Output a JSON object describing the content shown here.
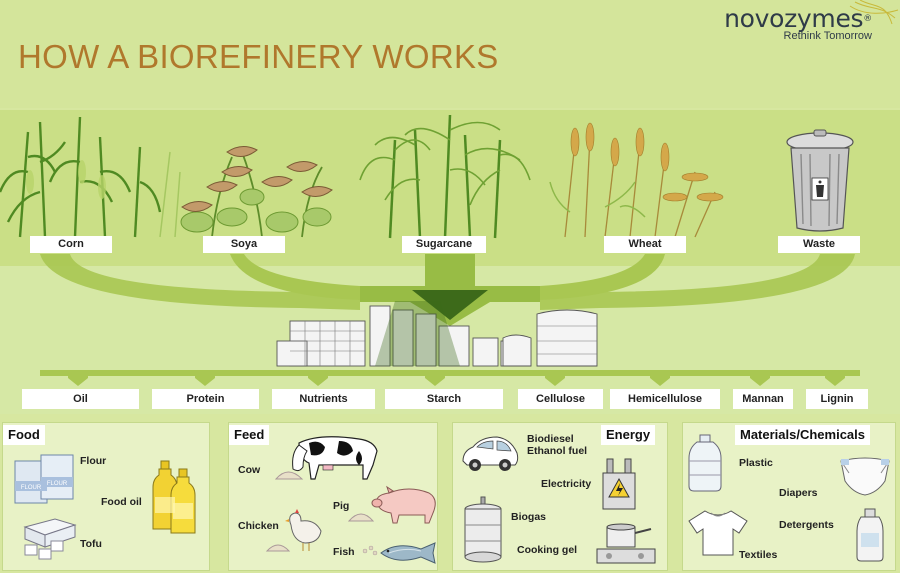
{
  "header": {
    "title": "HOW A BIOREFINERY WORKS",
    "brand_name": "novozymes",
    "brand_registered": "®",
    "brand_tagline": "Rethink Tomorrow"
  },
  "inputs": {
    "corn": "Corn",
    "soya": "Soya",
    "sugarcane": "Sugarcane",
    "wheat": "Wheat",
    "waste": "Waste"
  },
  "fractions": {
    "oil": "Oil",
    "protein": "Protein",
    "nutrients": "Nutrients",
    "starch": "Starch",
    "cellulose": "Cellulose",
    "hemicellulose": "Hemicellulose",
    "mannan": "Mannan",
    "lignin": "Lignin"
  },
  "food": {
    "title": "Food",
    "flour": "Flour",
    "flour_pack": "FLOUR",
    "food_oil": "Food oil",
    "tofu": "Tofu"
  },
  "feed": {
    "title": "Feed",
    "cow": "Cow",
    "pig": "Pig",
    "chicken": "Chicken",
    "fish": "Fish"
  },
  "energy": {
    "title": "Energy",
    "biodiesel": "Biodiesel",
    "ethanol": "Ethanol fuel",
    "electricity": "Electricity",
    "biogas": "Biogas",
    "cooking_gel": "Cooking gel"
  },
  "materials": {
    "title": "Materials/Chemicals",
    "plastic": "Plastic",
    "diapers": "Diapers",
    "detergents": "Detergents",
    "textiles": "Textiles"
  },
  "colors": {
    "title": "#b0782c",
    "brand": "#2f3b48",
    "funnel": "#a9c752",
    "funnel_dark": "#3d6a1a",
    "plant": "#5d8c2a",
    "wheat": "#c69a43"
  }
}
